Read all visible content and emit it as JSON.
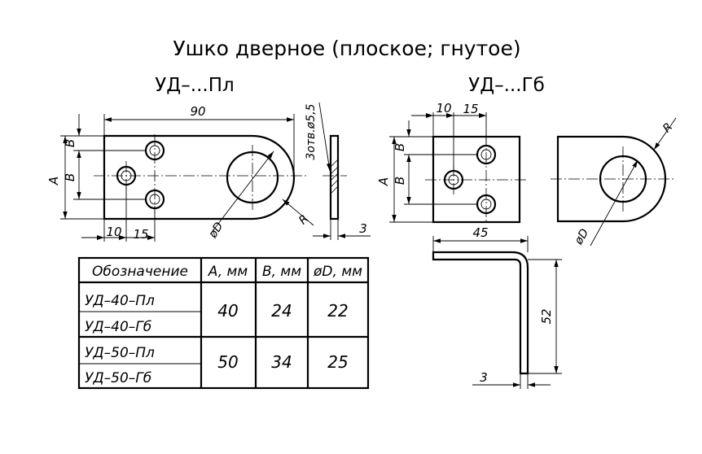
{
  "title": "Ушко дверное (плоское; гнутое)",
  "flat_view_label": "УД–...Пл",
  "bent_view_label": "УД–...Гб",
  "dimensions": {
    "flat_length": "90",
    "flat_a": "A",
    "flat_b_upper": "B",
    "flat_b_lower": "B",
    "flat_offset_10": "10",
    "flat_offset_15": "15",
    "flat_holes": "3отв.ø5,5",
    "flat_diameter": "øD",
    "flat_radius": "R",
    "flat_thickness": "3",
    "bent_offset_10": "10",
    "bent_offset_15": "15",
    "bent_a": "A",
    "bent_b_upper": "B",
    "bent_b_lower": "B",
    "bent_radius": "R",
    "bent_diameter": "øD",
    "bent_width": "45",
    "bent_height": "52",
    "bent_thickness": "3"
  },
  "table": {
    "headers": [
      "Обозначение",
      "A, мм",
      "B, мм",
      "øD, мм"
    ],
    "groups": [
      {
        "designations": [
          "УД–40–Пл",
          "УД–40–Гб"
        ],
        "a": "40",
        "b": "24",
        "d": "22"
      },
      {
        "designations": [
          "УД–50–Пл",
          "УД–50–Гб"
        ],
        "a": "50",
        "b": "34",
        "d": "25"
      }
    ]
  }
}
